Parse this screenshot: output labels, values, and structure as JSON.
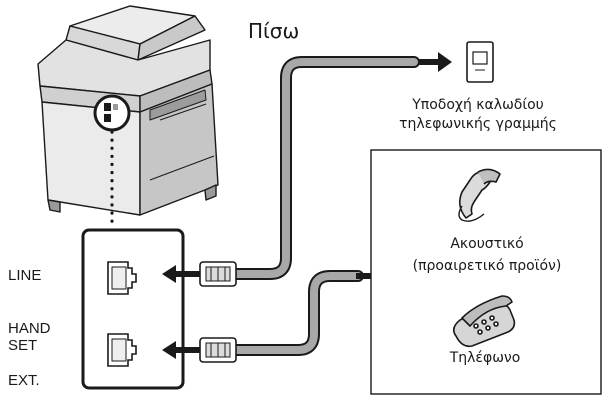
{
  "labels": {
    "back": "Πίσω",
    "wall_jack": "Υποδοχή καλωδίου τηλεφωνικής γραμμής",
    "handset": "Ακουστικό",
    "handset_note": "(προαιρετικό προϊόν)",
    "telephone": "Τηλέφωνο",
    "port_line": "LINE",
    "port_handset_1": "HAND",
    "port_handset_2": "SET",
    "port_ext": "EXT."
  },
  "colors": {
    "ink": "#1a1a1a",
    "cable": "#9a9a9a",
    "cable_light": "#c9c9c9",
    "device": "#e4e4e4",
    "device_shade": "#bdbdbd"
  },
  "icons": [
    "printer-icon",
    "phone-jack-icon",
    "handset-icon",
    "telephone-icon",
    "arrow-right-icon",
    "arrow-left-icon",
    "rj11-plug-icon",
    "rj11-port-icon"
  ]
}
